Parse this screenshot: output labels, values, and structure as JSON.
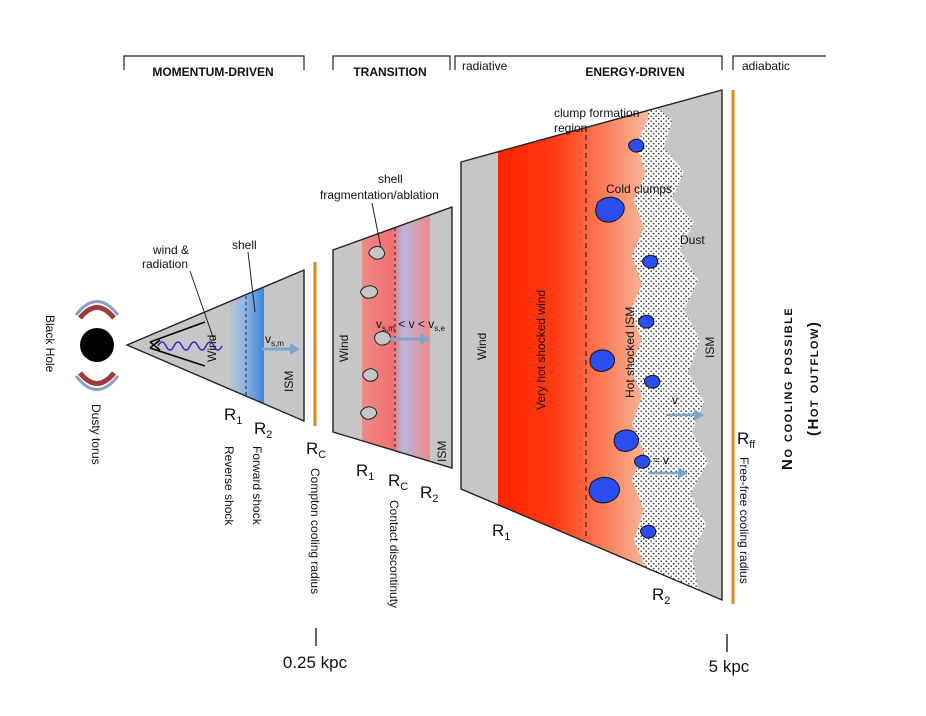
{
  "headers": {
    "momentum": "MOMENTUM-DRIVEN",
    "transition": "TRANSITION",
    "radiative": "radiative",
    "energy": "ENERGY-DRIVEN",
    "adiabatic": "adiabatic"
  },
  "source": {
    "black_hole": "Black Hole",
    "dusty_torus": "Dusty torus"
  },
  "stage1": {
    "wind_radiation_1": "wind &",
    "wind_radiation_2": "radiation",
    "shell": "shell",
    "wind": "Wind",
    "velocity": "v",
    "velocity_sub": "s,m",
    "ism": "ISM",
    "r1": "R",
    "r1_sub": "1",
    "r2": "R",
    "r2_sub": "2",
    "reverse_shock": "Reverse shock",
    "forward_shock": "Forward shock",
    "rc": "R",
    "rc_sub": "C",
    "compton": "Compton cooling radius",
    "scale": "0.25 kpc"
  },
  "stage2": {
    "frag_1": "shell",
    "frag_2": "fragmentation/ablation",
    "wind": "Wind",
    "velocity_a": "v",
    "velocity_a_sub": "s,m",
    "velocity_mid": " < v < v",
    "velocity_b_sub": "s,e",
    "ism": "ISM",
    "r1": "R",
    "r1_sub": "1",
    "rc": "R",
    "rc_sub": "C",
    "r2": "R",
    "r2_sub": "2",
    "contact": "Contact  discontinuty"
  },
  "stage3": {
    "clump_1": "clump formation",
    "clump_2": "region",
    "cold_clumps": "Cold clumps",
    "dust": "Dust",
    "wind": "Wind",
    "very_hot": "Very hot shocked wind",
    "hot_ism": "Hot shocked ISM",
    "ism": "ISM",
    "v1": "v",
    "v2": "≈ v",
    "r1": "R",
    "r1_sub": "1",
    "r2": "R",
    "r2_sub": "2",
    "rff": "R",
    "rff_sub": "ff",
    "freefree": "Free-free  cooling radius",
    "scale": "5 kpc"
  },
  "side": {
    "line1": "No cooling possible",
    "line2": "(Hot outflow)"
  },
  "colors": {
    "gray": "#c6c6c6",
    "blue_shell": "#3f84d9",
    "red": "#ff2a00",
    "clump": "#2a4ef0",
    "orange_line": "#e08a1e",
    "arrow": "#7fa6c9"
  }
}
